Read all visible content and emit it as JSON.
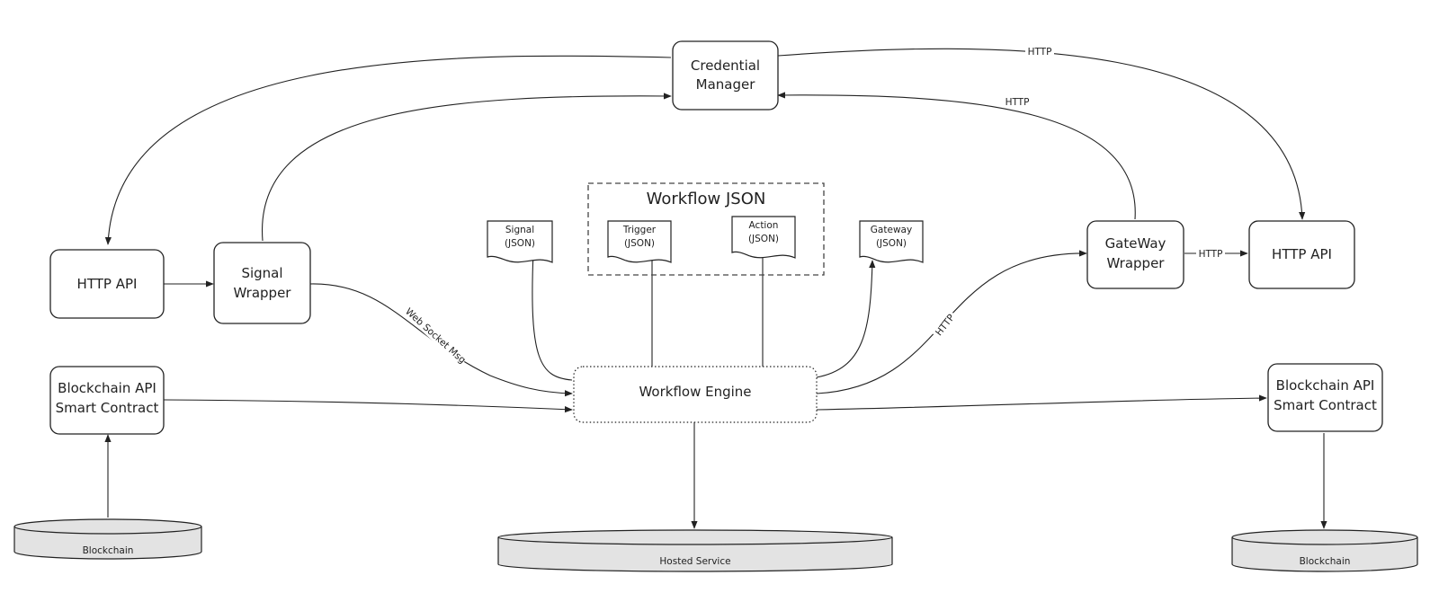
{
  "nodes": {
    "credential_manager": [
      "Credential",
      "Manager"
    ],
    "http_api_left": [
      "HTTP API"
    ],
    "signal_wrapper": [
      "Signal",
      "Wrapper"
    ],
    "blockchain_api_left": [
      "Blockchain API",
      "Smart Contract"
    ],
    "workflow_engine": [
      "Workflow Engine"
    ],
    "gateway_wrapper": [
      "GateWay",
      "Wrapper"
    ],
    "http_api_right": [
      "HTTP API"
    ],
    "blockchain_api_right": [
      "Blockchain API",
      "Smart Contract"
    ]
  },
  "group": {
    "workflow_json_title": "Workflow JSON"
  },
  "documents": {
    "signal": [
      "Signal",
      "(JSON)"
    ],
    "trigger": [
      "Trigger",
      "(JSON)"
    ],
    "action": [
      "Action",
      "(JSON)"
    ],
    "gateway": [
      "Gateway",
      "(JSON)"
    ]
  },
  "stores": {
    "blockchain_left": "Blockchain",
    "hosted_service": "Hosted Service",
    "blockchain_right": "Blockchain"
  },
  "edge_labels": {
    "credential_to_http_right": "HTTP",
    "gateway_to_credential": "HTTP",
    "gateway_to_http_right": "HTTP",
    "engine_to_gateway": "HTTP",
    "signal_to_engine": "Web Socket Msg"
  },
  "colors": {
    "line": "#222222",
    "store_fill": "#e3e3e3",
    "background": "#ffffff"
  }
}
